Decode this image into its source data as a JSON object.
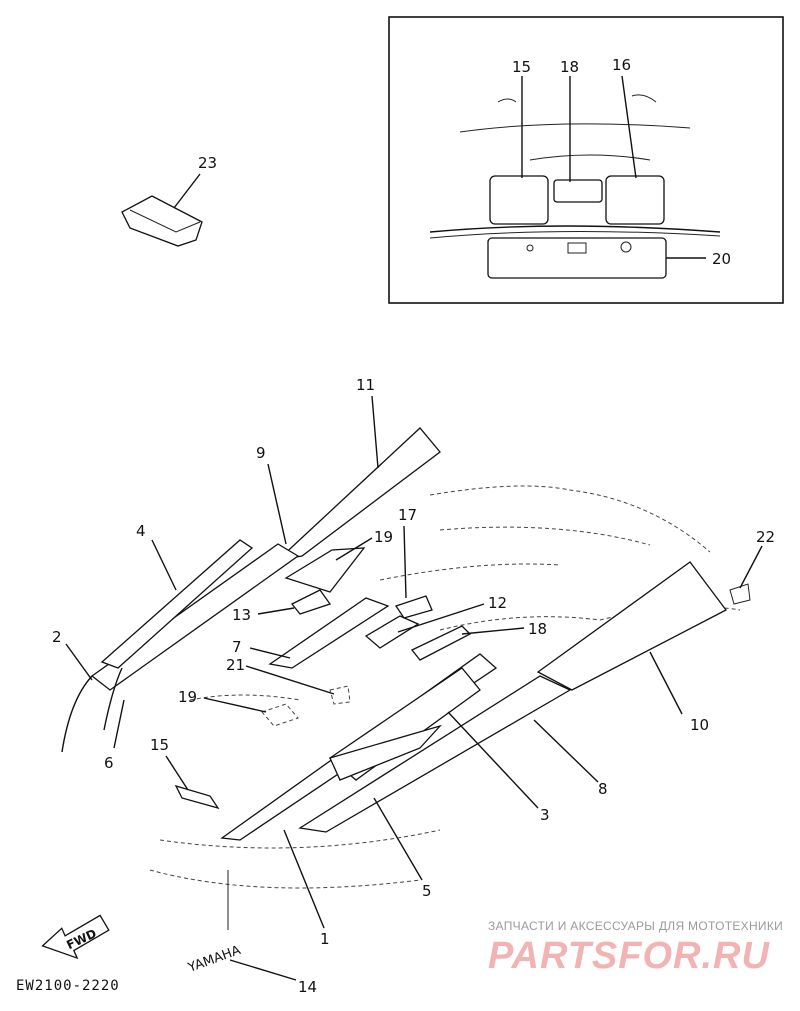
{
  "callouts": {
    "c1": "1",
    "c2": "2",
    "c3": "3",
    "c4": "4",
    "c5": "5",
    "c6": "6",
    "c7": "7",
    "c8": "8",
    "c9": "9",
    "c10": "10",
    "c11": "11",
    "c12": "12",
    "c13": "13",
    "c14": "14",
    "c15a": "15",
    "c15b": "15",
    "c16": "16",
    "c17": "17",
    "c18a": "18",
    "c18b": "18",
    "c19a": "19",
    "c19b": "19",
    "c20": "20",
    "c21": "21",
    "c22": "22",
    "c23": "23"
  },
  "fwd_label": "FWD",
  "diagram_code": "EW2100-2220",
  "decal_text": "YAMAHA",
  "watermark": {
    "subtitle": "ЗАПЧАСТИ И АКСЕССУАРЫ ДЛЯ МОТОТЕХНИКИ",
    "brand": "PARTSFOR.RU"
  }
}
